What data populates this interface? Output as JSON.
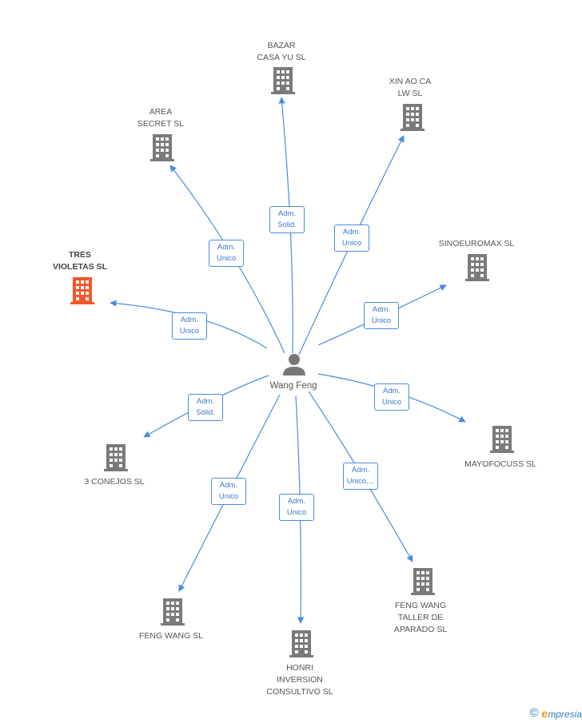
{
  "center": {
    "name": "Wang Feng",
    "icon": "person-icon"
  },
  "companies": [
    {
      "id": "bazar",
      "label": "BAZAR\nCASA YU SL",
      "role": "Adm.\nSolid.",
      "highlight": false
    },
    {
      "id": "xinao",
      "label": "XIN AO CA\nLW SL",
      "role": "Adm.\nUnico",
      "highlight": false
    },
    {
      "id": "area",
      "label": "AREA\nSECRET SL",
      "role": "Adm.\nUnico",
      "highlight": false
    },
    {
      "id": "sinoeuromax",
      "label": "SINOEUROMAX SL",
      "role": "Adm.\nUnico",
      "highlight": false
    },
    {
      "id": "tres",
      "label": "TRES\nVIOLETAS SL",
      "role": "Adm.\nUnico",
      "highlight": true
    },
    {
      "id": "mayofocuss",
      "label": "MAYOFOCUSS SL",
      "role": "Adm.\nUnico",
      "highlight": false
    },
    {
      "id": "tresconejos",
      "label": "3 CONEJOS SL",
      "role": "Adm.\nSolid.",
      "highlight": false
    },
    {
      "id": "fengwangtaller",
      "label": "FENG WANG\nTALLER DE\nAPARADO SL",
      "role": "Adm.\nUnico,...",
      "highlight": false
    },
    {
      "id": "honri",
      "label": "HONRI\nINVERSION\nCONSULTIVO SL",
      "role": "Adm.\nUnico",
      "highlight": false
    },
    {
      "id": "fengwang",
      "label": "FENG WANG SL",
      "role": "Adm.\nUnico",
      "highlight": false
    }
  ],
  "colors": {
    "edge": "#4a8be0",
    "building": "#7a7a7a",
    "building_highlight": "#f0592b",
    "person": "#777777"
  },
  "footer": {
    "copyright": "©",
    "brand_initial": "e",
    "brand_rest": "mpresia"
  }
}
